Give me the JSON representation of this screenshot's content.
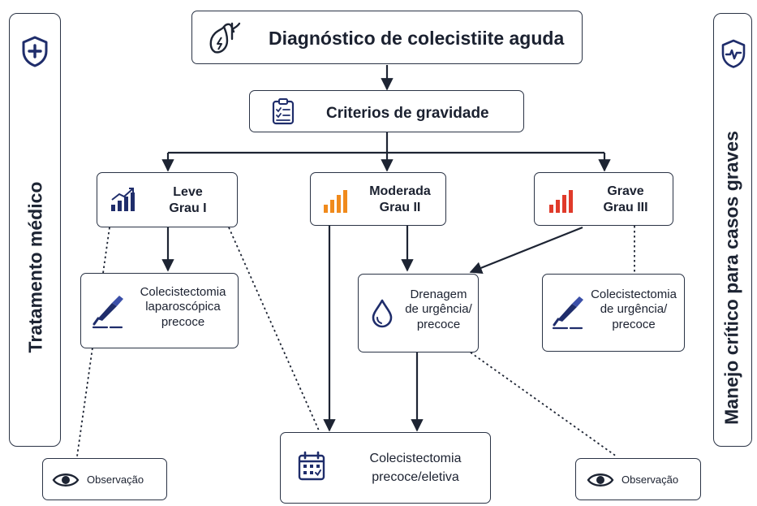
{
  "title": "Diagnóstico de colecistiite aguda",
  "criteria": "Criterios de gravidade",
  "grades": {
    "leve": {
      "line1": "Leve",
      "line2": "Grau I"
    },
    "moderada": {
      "line1": "Moderada",
      "line2": "Grau II"
    },
    "grave": {
      "line1": "Grave",
      "line2": "Grau III"
    }
  },
  "treatments": {
    "laparoscopic": {
      "line1": "Colecistectomia",
      "line2": "laparoscópica",
      "line3": "precoce"
    },
    "drainage": {
      "line1": "Drenagem",
      "line2": "de urgência/",
      "line3": "precoce"
    },
    "urgent": {
      "line1": "Colecistectomia",
      "line2": "de urgência/",
      "line3": "precoce"
    }
  },
  "elective": {
    "line1": "Colecistectomia",
    "line2": "precoce/eletiva"
  },
  "observation_left": "Observação",
  "observation_right": "Observação",
  "side_left": "Tratamento médico",
  "side_right": "Manejo crítico para casos graves",
  "colors": {
    "line": "#1d2433",
    "navy": "#1f2d6b",
    "orange": "#f08a1c",
    "red": "#e03a2a"
  },
  "icons": {
    "side_left": "shield-plus-icon",
    "side_right": "shield-heartbeat-icon",
    "title": "gallbladder-icon",
    "criteria": "clipboard-checklist-icon",
    "leve": "signal-bars-rising-icon",
    "moderada": "signal-bars-orange-icon",
    "grave": "signal-bars-red-icon",
    "scalpel": "scalpel-icon",
    "drop": "drop-icon",
    "calendar": "calendar-icon",
    "eye": "eye-icon"
  }
}
